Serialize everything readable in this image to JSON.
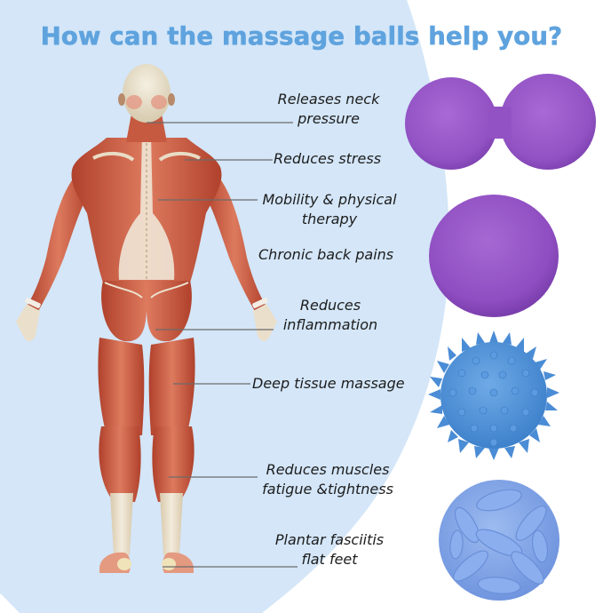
{
  "title": "How can the massage balls help you?",
  "colors": {
    "title": "#5FA3DE",
    "background_blob": "#D4E6F8",
    "page_background": "#FFFFFF",
    "label_text": "#1C1C1C",
    "leader_line": "#6B6B6B",
    "muscle": "#C8553D",
    "tendon": "#EDE3CF",
    "purple_ball": "#9A5BC8",
    "spiky_ball": "#4F93D9",
    "textured_ball": "#7FA4E8"
  },
  "benefits": [
    {
      "id": "neck",
      "lines": [
        "Releases neck",
        "pressure"
      ],
      "target": "neck"
    },
    {
      "id": "stress",
      "lines": [
        "Reduces stress"
      ],
      "target": "shoulder"
    },
    {
      "id": "mobility",
      "lines": [
        "Mobility & physical",
        "therapy"
      ],
      "target": "upper-back"
    },
    {
      "id": "back",
      "lines": [
        "Chronic back pains"
      ],
      "target": "none"
    },
    {
      "id": "inflammation",
      "lines": [
        "Reduces",
        "inflammation"
      ],
      "target": "gluteus"
    },
    {
      "id": "deep-tissue",
      "lines": [
        "Deep tissue massage"
      ],
      "target": "thigh"
    },
    {
      "id": "fatigue",
      "lines": [
        "Reduces muscles",
        "fatigue &tightness"
      ],
      "target": "calf"
    },
    {
      "id": "plantar",
      "lines": [
        "Plantar fasciitis",
        "flat feet"
      ],
      "target": "foot"
    }
  ],
  "products": [
    {
      "id": "peanut-ball",
      "type": "double lacrosse (peanut) ball",
      "color": "purple"
    },
    {
      "id": "lacrosse-ball",
      "type": "single lacrosse ball",
      "color": "purple"
    },
    {
      "id": "spiky-ball",
      "type": "spiky massage ball",
      "color": "blue"
    },
    {
      "id": "textured-ball",
      "type": "textured sensory ball",
      "color": "light blue"
    }
  ]
}
